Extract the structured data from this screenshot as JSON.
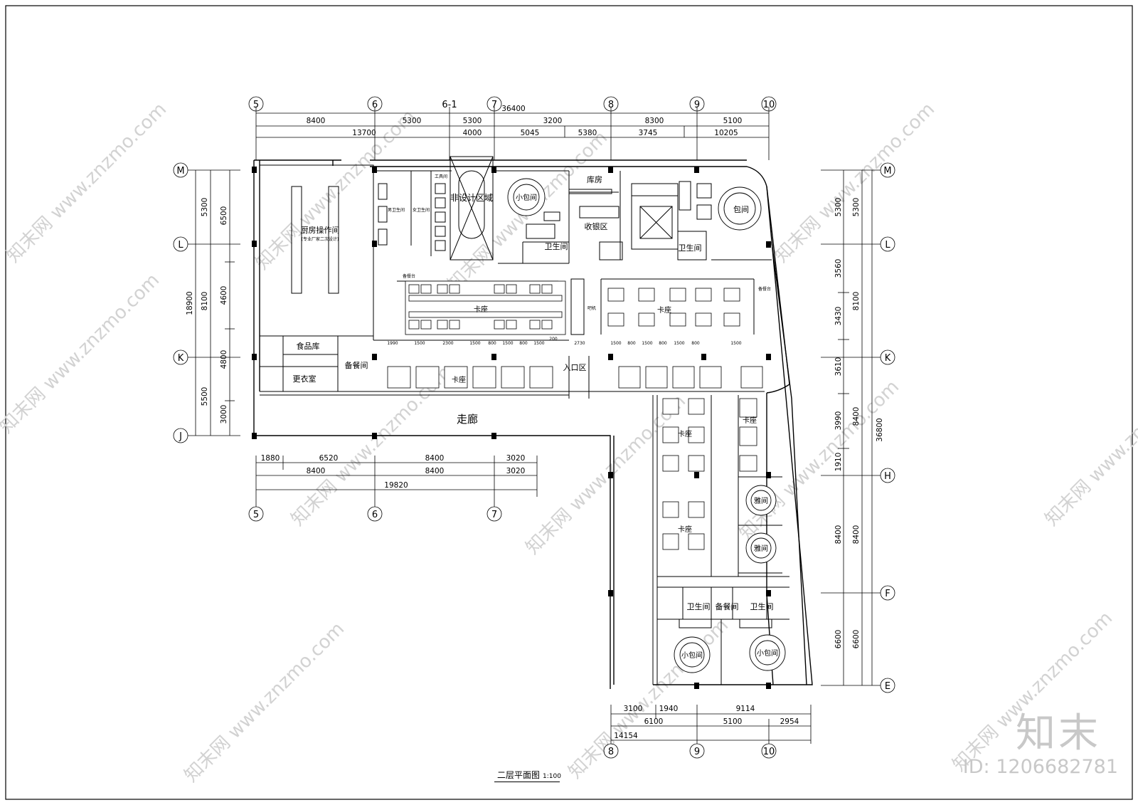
{
  "drawing": {
    "title": "二层平面图",
    "scale": "1:100"
  },
  "grid_labels": {
    "top": [
      "5",
      "6",
      "6-1",
      "7",
      "8",
      "9",
      "10"
    ],
    "left": [
      "M",
      "L",
      "K",
      "J"
    ],
    "right": [
      "M",
      "L",
      "K",
      "H",
      "F",
      "E"
    ],
    "bottom_left": [
      "5",
      "6",
      "7"
    ],
    "bottom_right": [
      "8",
      "9",
      "10"
    ]
  },
  "dimensions": {
    "top_total": "36400",
    "top_row1": [
      "8400",
      "5300",
      "5300",
      "3200",
      "8300",
      "5100"
    ],
    "top_row2": [
      "13700",
      "4000",
      "5045",
      "5380",
      "3745",
      "10205"
    ],
    "left_outer": "18900",
    "left_row1": [
      "5300",
      "8100",
      "5500"
    ],
    "left_row2": [
      "6500",
      "4600",
      "4800",
      "3000"
    ],
    "right_total": "36800",
    "right_row1": [
      "5300",
      "8100",
      "8400",
      "8400",
      "6600"
    ],
    "right_row2": [
      "5300",
      "3560",
      "3430",
      "3610",
      "3990",
      "1910",
      "8400",
      "6600"
    ],
    "bottom_left_row1": [
      "1880",
      "6520",
      "8400",
      "3020"
    ],
    "bottom_left_row2": [
      "8400",
      "8400",
      "3020"
    ],
    "bottom_left_total": "19820",
    "bottom_right_row1": [
      "3100",
      "1940",
      "9114"
    ],
    "bottom_right_row2": [
      "6100",
      "5100",
      "2954"
    ],
    "bottom_right_total": "14154",
    "seat_row_dims": [
      "1990",
      "1500",
      "2300",
      "1500",
      "800",
      "1500",
      "800",
      "1500",
      "200",
      "2730",
      "1500",
      "800",
      "1500",
      "800",
      "1500",
      "800",
      "1500"
    ]
  },
  "rooms": {
    "kitchen": "厨房操作间",
    "kitchen_note": "(专业厂家二次设计)",
    "food_store": "食品库",
    "prep_room_left": "备餐间",
    "locker": "更衣室",
    "mens_wc": "男卫生间",
    "womens_wc": "女卫生间",
    "tool_room": "工具间",
    "stair_blocked": "非设计区域",
    "private_small_top": "小包间",
    "wc_top": "卫生间",
    "storage": "库房",
    "cashier": "收银区",
    "wc_right": "卫生间",
    "private_big": "包间",
    "booth_left": "卡座",
    "booth_right": "卡座",
    "booth_row": "卡座",
    "entrance": "入口区",
    "corridor": "走廊",
    "booth_col_top": "卡座",
    "booth_col_side": "卡座",
    "booth_col_bottom": "卡座",
    "vip1": "雅间",
    "vip2": "雅间",
    "wc_bl": "卫生间",
    "prep_room_bottom": "备餐间",
    "wc_br": "卫生间",
    "small_room_bl": "小包间",
    "small_room_br": "小包间",
    "serving_l": "备餐台",
    "serving_r": "备餐台",
    "equipment": "吧机"
  },
  "watermark": {
    "url": "www.znzmo.com",
    "brand": "知末网",
    "big": "知末",
    "id": "ID: 1206682781"
  }
}
